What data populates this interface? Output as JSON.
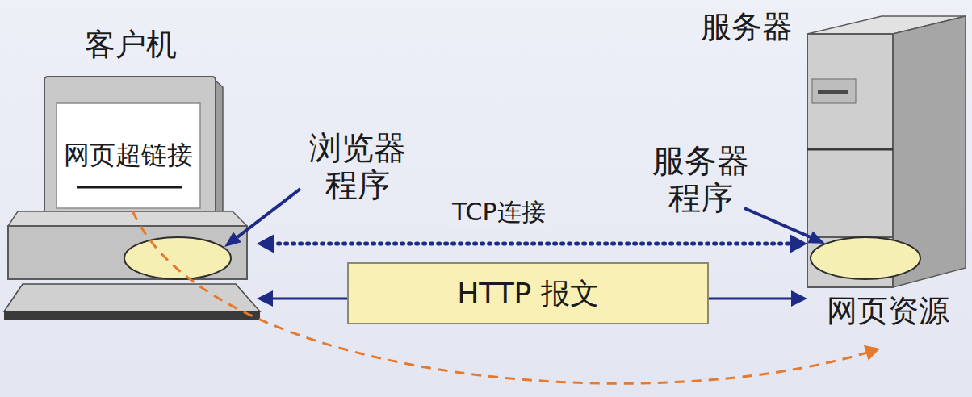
{
  "diagram": {
    "nodes": [
      {
        "text": [
          "客户机"
        ]
      },
      {
        "text": [
          "网页超链接"
        ],
        "in": 0
      },
      {
        "text": [
          "服务器",
          "网页资源"
        ]
      },
      {
        "text": [
          "HTTP 报文"
        ]
      }
    ],
    "edges": [
      {
        "from": 0,
        "to": 2,
        "arrow": "both",
        "label": "TCP连接"
      },
      {
        "from": 3,
        "to": 0,
        "arrow": "to"
      },
      {
        "from": 3,
        "to": 2,
        "arrow": "to"
      },
      {
        "from": 1,
        "to": 2,
        "arrow": "to"
      }
    ],
    "labels": [
      "浏览器 程序",
      "服务器 程序"
    ]
  }
}
